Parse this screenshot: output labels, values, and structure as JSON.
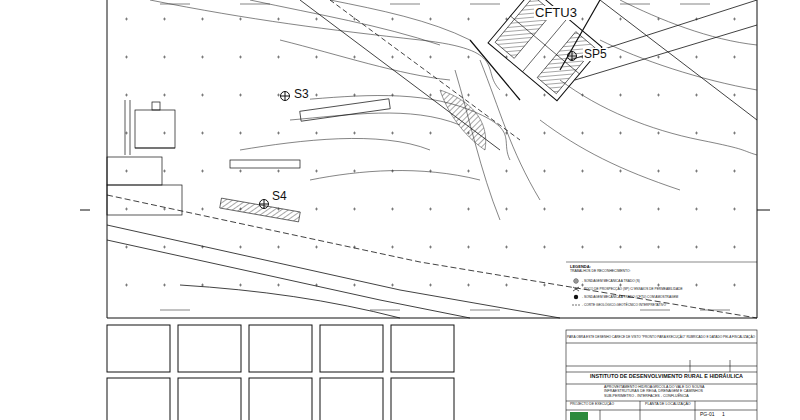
{
  "diagram": {
    "title": "PLANTA DE LOCALIZAÇÃO",
    "labels": [
      "CFTU3",
      "SP5",
      "S3",
      "S4",
      "LEGENDA:",
      "TRABALHOS DE RECONHECIMENTO:",
      "PARA OBRA ESTE DESENHO CARECE DE VISTO \"PRONTO PARA EXECUÇÃO\" RUBRICADO E DATADO PELA FISCALIZAÇÃO",
      "INSTITUTO DE DESENVOLVIMENTO RURAL E HIDRÁULICA",
      "APROVEITAMENTO HIDROAGRÍCOLA DO VALE DO SOUSA",
      "INFRAESTRUTURAS DE REGA, DRENAGEM E CAMINHOS",
      "SUB-PERÍMETRO - INTERFACES - CONFLUÊNCIA",
      "PROJECTO DE EXECUÇÃO",
      "PG-01",
      "1"
    ],
    "legend": [
      {
        "text": "- SONDAGEM MECÂNICA A TRADO (S)"
      },
      {
        "text": "- POÇO DE PROSPECÇÃO (SP) C/ ENSAIOS DE PERMEABILIDADE"
      },
      {
        "text": "- SONDAGEM MECÂNICA A TRADO (CFTU) COM AMOSTRAGEM"
      },
      {
        "text": "- CORTE GEOLÓGICO-GEOTÉCNICO INTERPRETATIVO"
      }
    ]
  }
}
